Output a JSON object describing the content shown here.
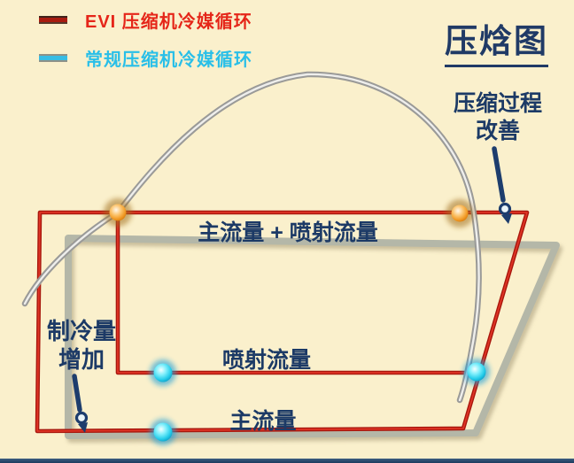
{
  "title": {
    "text": "压焓图"
  },
  "legend": {
    "items": [
      {
        "label": "EVI 压缩机冷媒循环"
      },
      {
        "label": "常规压缩机冷媒循环"
      }
    ]
  },
  "labels": {
    "combined_flow": "主流量 + 喷射流量",
    "injection_flow": "喷射流量",
    "main_flow": "主流量"
  },
  "annotations": {
    "compression": {
      "line1": "压缩过程",
      "line2": "改善"
    },
    "cooling": {
      "line1": "制冷量",
      "line2": "增加"
    }
  },
  "colors": {
    "background": "#faf0cc",
    "evi_cycle_red": "#c0190e",
    "conventional_cycle_gray": "#b4b7a8",
    "saturation_dome_gray": "#9a9a98",
    "legend_red_text": "#e52619",
    "legend_cyan_text": "#29bfe8",
    "text_navy": "#1c3a66",
    "arrow_navy": "#1d3d6d",
    "orange_state_point": "#f29d2a",
    "cyan_state_point": "#27cdea",
    "bottom_border_navy": "#23456b"
  },
  "diagram": {
    "type": "pressure-enthalpy-diagram",
    "cycles": [
      {
        "name": "EVI 压缩机冷媒循环",
        "style": "red"
      },
      {
        "name": "常规压缩机冷媒循环",
        "style": "gray"
      }
    ],
    "state_points": {
      "orange": 2,
      "cyan": 3
    }
  }
}
